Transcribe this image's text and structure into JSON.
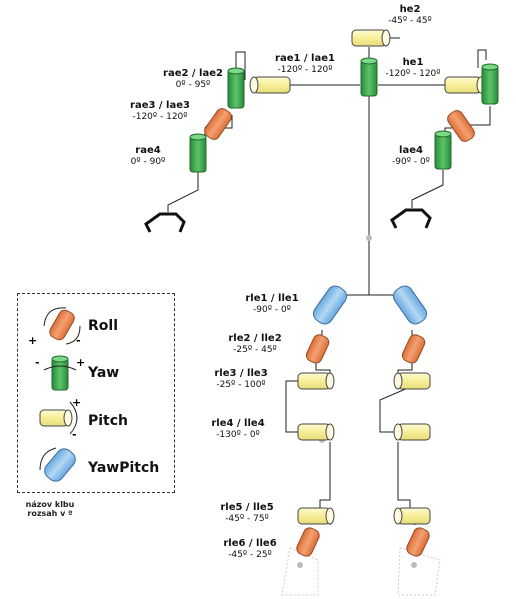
{
  "joints": {
    "he2": {
      "name": "he2",
      "range": "-45º - 45º"
    },
    "rae1": {
      "name": "rae1 / lae1",
      "range": "-120º - 120º"
    },
    "he1": {
      "name": "he1",
      "range": "-120º - 120º"
    },
    "rae2": {
      "name": "rae2 / lae2",
      "range": "0º - 95º"
    },
    "rae3": {
      "name": "rae3 / lae3",
      "range": "-120º - 120º"
    },
    "rae4": {
      "name": "rae4",
      "range": "0º - 90º"
    },
    "lae4": {
      "name": "lae4",
      "range": "-90º - 0º"
    },
    "rle1": {
      "name": "rle1 / lle1",
      "range": "-90º - 0º"
    },
    "rle2": {
      "name": "rle2 / lle2",
      "range": "-25º - 45º"
    },
    "rle3": {
      "name": "rle3 / lle3",
      "range": "-25º - 100º"
    },
    "rle4": {
      "name": "rle4 / lle4",
      "range": "-130º - 0º"
    },
    "rle5": {
      "name": "rle5 / lle5",
      "range": "-45º - 75º"
    },
    "rle6": {
      "name": "rle6 / lle6",
      "range": "-45º - 25º"
    }
  },
  "legend": {
    "roll": "Roll",
    "yaw": "Yaw",
    "pitch": "Pitch",
    "yawpitch": "YawPitch",
    "caption_line1": "názov klbu",
    "caption_line2": "rozsah v º",
    "plus": "+",
    "minus": "-"
  },
  "colors": {
    "roll": "#f0905a",
    "yaw": "#3aa84a",
    "pitch": "#fbf3a0",
    "yawpitch": "#8ec3ec",
    "line": "#222222"
  }
}
